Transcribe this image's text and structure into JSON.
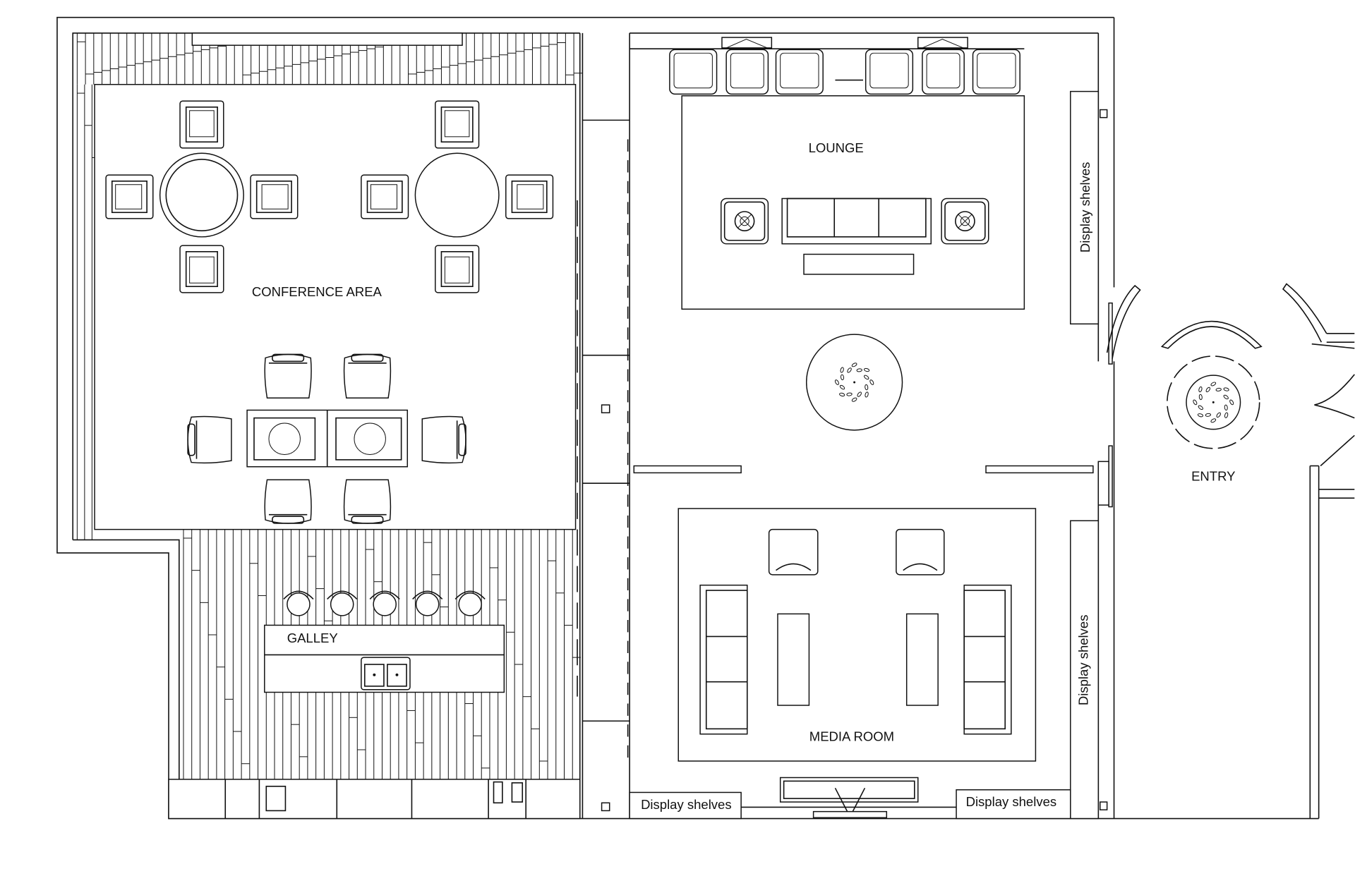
{
  "title": "Floor plan",
  "rooms": {
    "conference": "CONFERENCE AREA",
    "galley": "GALLEY",
    "lounge": "LOUNGE",
    "media": "MEDIA ROOM",
    "entry": "ENTRY"
  },
  "shelves": {
    "lounge_right": "Display shelves",
    "media_right": "Display shelves",
    "bottom_left": "Display shelves",
    "bottom_right": "Display shelves"
  },
  "colors": {
    "line": "#111111",
    "background": "#ffffff"
  }
}
